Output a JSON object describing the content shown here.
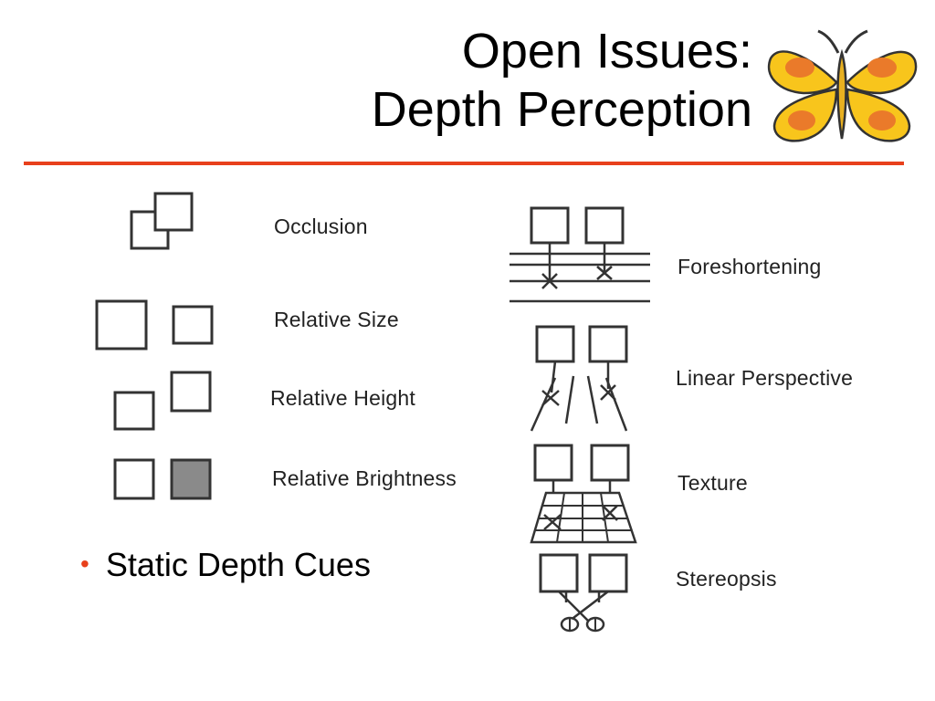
{
  "slide": {
    "title_line1": "Open Issues:",
    "title_line2": "Depth Perception",
    "accent_color": "#e8401c"
  },
  "left_cues": [
    {
      "label": "Occlusion"
    },
    {
      "label": "Relative Size"
    },
    {
      "label": "Relative Height"
    },
    {
      "label": "Relative Brightness"
    }
  ],
  "right_cues": [
    {
      "label": "Foreshortening"
    },
    {
      "label": "Linear Perspective"
    },
    {
      "label": "Texture"
    },
    {
      "label": "Stereopsis"
    }
  ],
  "bullets": [
    {
      "text": "Static Depth Cues",
      "color": "#e8401c"
    }
  ],
  "icons": {
    "logo": "butterfly-icon"
  }
}
